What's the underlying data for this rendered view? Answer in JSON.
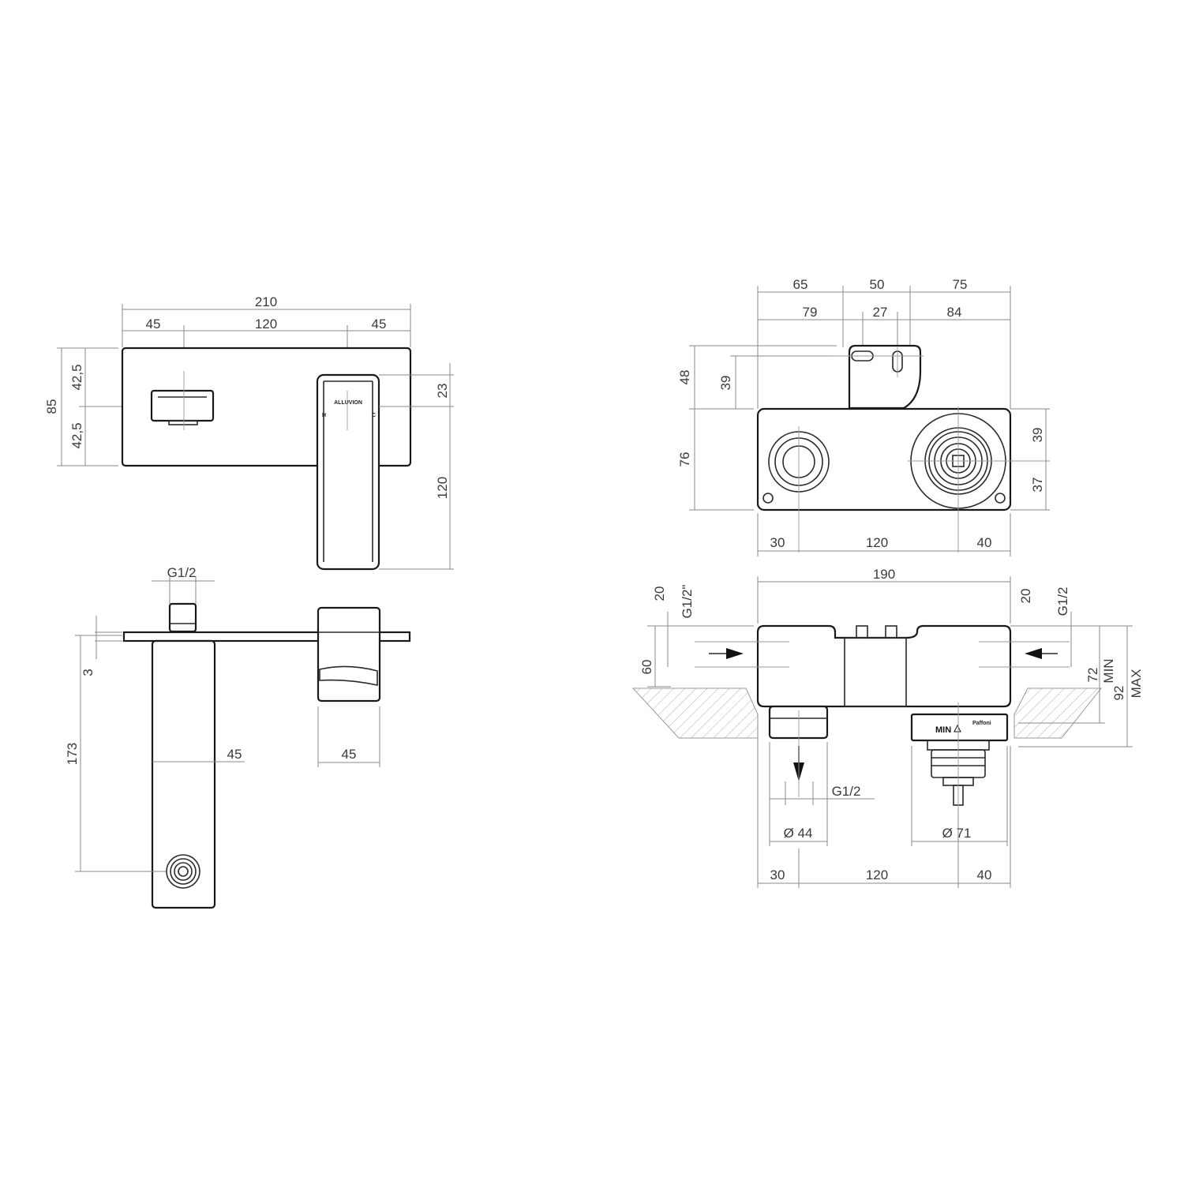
{
  "dims": {
    "front": {
      "total_width": "210",
      "left_margin": "45",
      "centers": "120",
      "right_margin": "45",
      "total_height": "85",
      "upper_half": "42,5",
      "lower_half": "42,5",
      "lever_offset": "23",
      "lever_length": "120"
    },
    "plate": {
      "brand": "ALLUVION",
      "hot": "H",
      "cold": "C"
    },
    "side": {
      "thread": "G1/2",
      "protrusion": "3",
      "spout_length": "173",
      "spout_width": "45",
      "lever_width": "45"
    },
    "body_top": {
      "seg_a": "65",
      "seg_b": "50",
      "seg_c": "75",
      "seg_d": "79",
      "seg_e": "27",
      "seg_f": "84",
      "bracket_height": "48",
      "bracket_slot": "39",
      "body_height": "76",
      "upper_offset": "39",
      "lower_offset": "37",
      "bottom_left": "30",
      "bottom_centers": "120",
      "bottom_right": "40"
    },
    "body_side": {
      "width": "190",
      "left_inlet_offset": "20",
      "left_thread": "G1/2\"",
      "depth_left": "60",
      "right_inlet_offset": "20",
      "right_thread": "G1/2",
      "min_depth": "72",
      "min_label": "MIN",
      "max_depth": "92",
      "max_label": "MAX",
      "outlet_thread": "G1/2",
      "outlet_diameter": "Ø 44",
      "cartridge_diameter": "Ø 71",
      "bottom_left": "30",
      "bottom_centers": "120",
      "bottom_right": "40",
      "min_marker": "MIN",
      "brand_mark": "Paffoni"
    }
  },
  "colors": {
    "line": "#1a1a1a",
    "dimension": "#8a8a8a"
  }
}
